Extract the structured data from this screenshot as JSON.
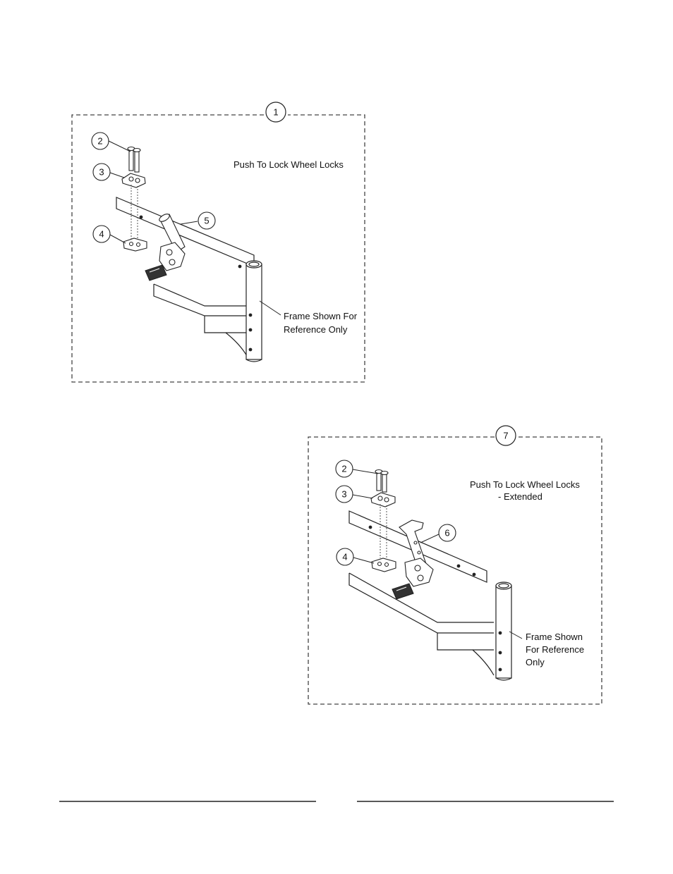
{
  "diagram_1": {
    "callout": "1",
    "title": "Push To Lock Wheel Locks",
    "frame_note_line1": "Frame Shown For",
    "frame_note_line2": "Reference Only",
    "parts": {
      "bolt": "2",
      "top_clamp": "3",
      "bottom_clamp": "4",
      "lever": "5"
    }
  },
  "diagram_7": {
    "callout": "7",
    "title_line1": "Push To Lock Wheel Locks",
    "title_line2": "- Extended",
    "frame_note_line1": "Frame Shown",
    "frame_note_line2": "For Reference",
    "frame_note_line3": "Only",
    "parts": {
      "bolt": "2",
      "top_clamp": "3",
      "bottom_clamp": "4",
      "lever": "6"
    }
  }
}
